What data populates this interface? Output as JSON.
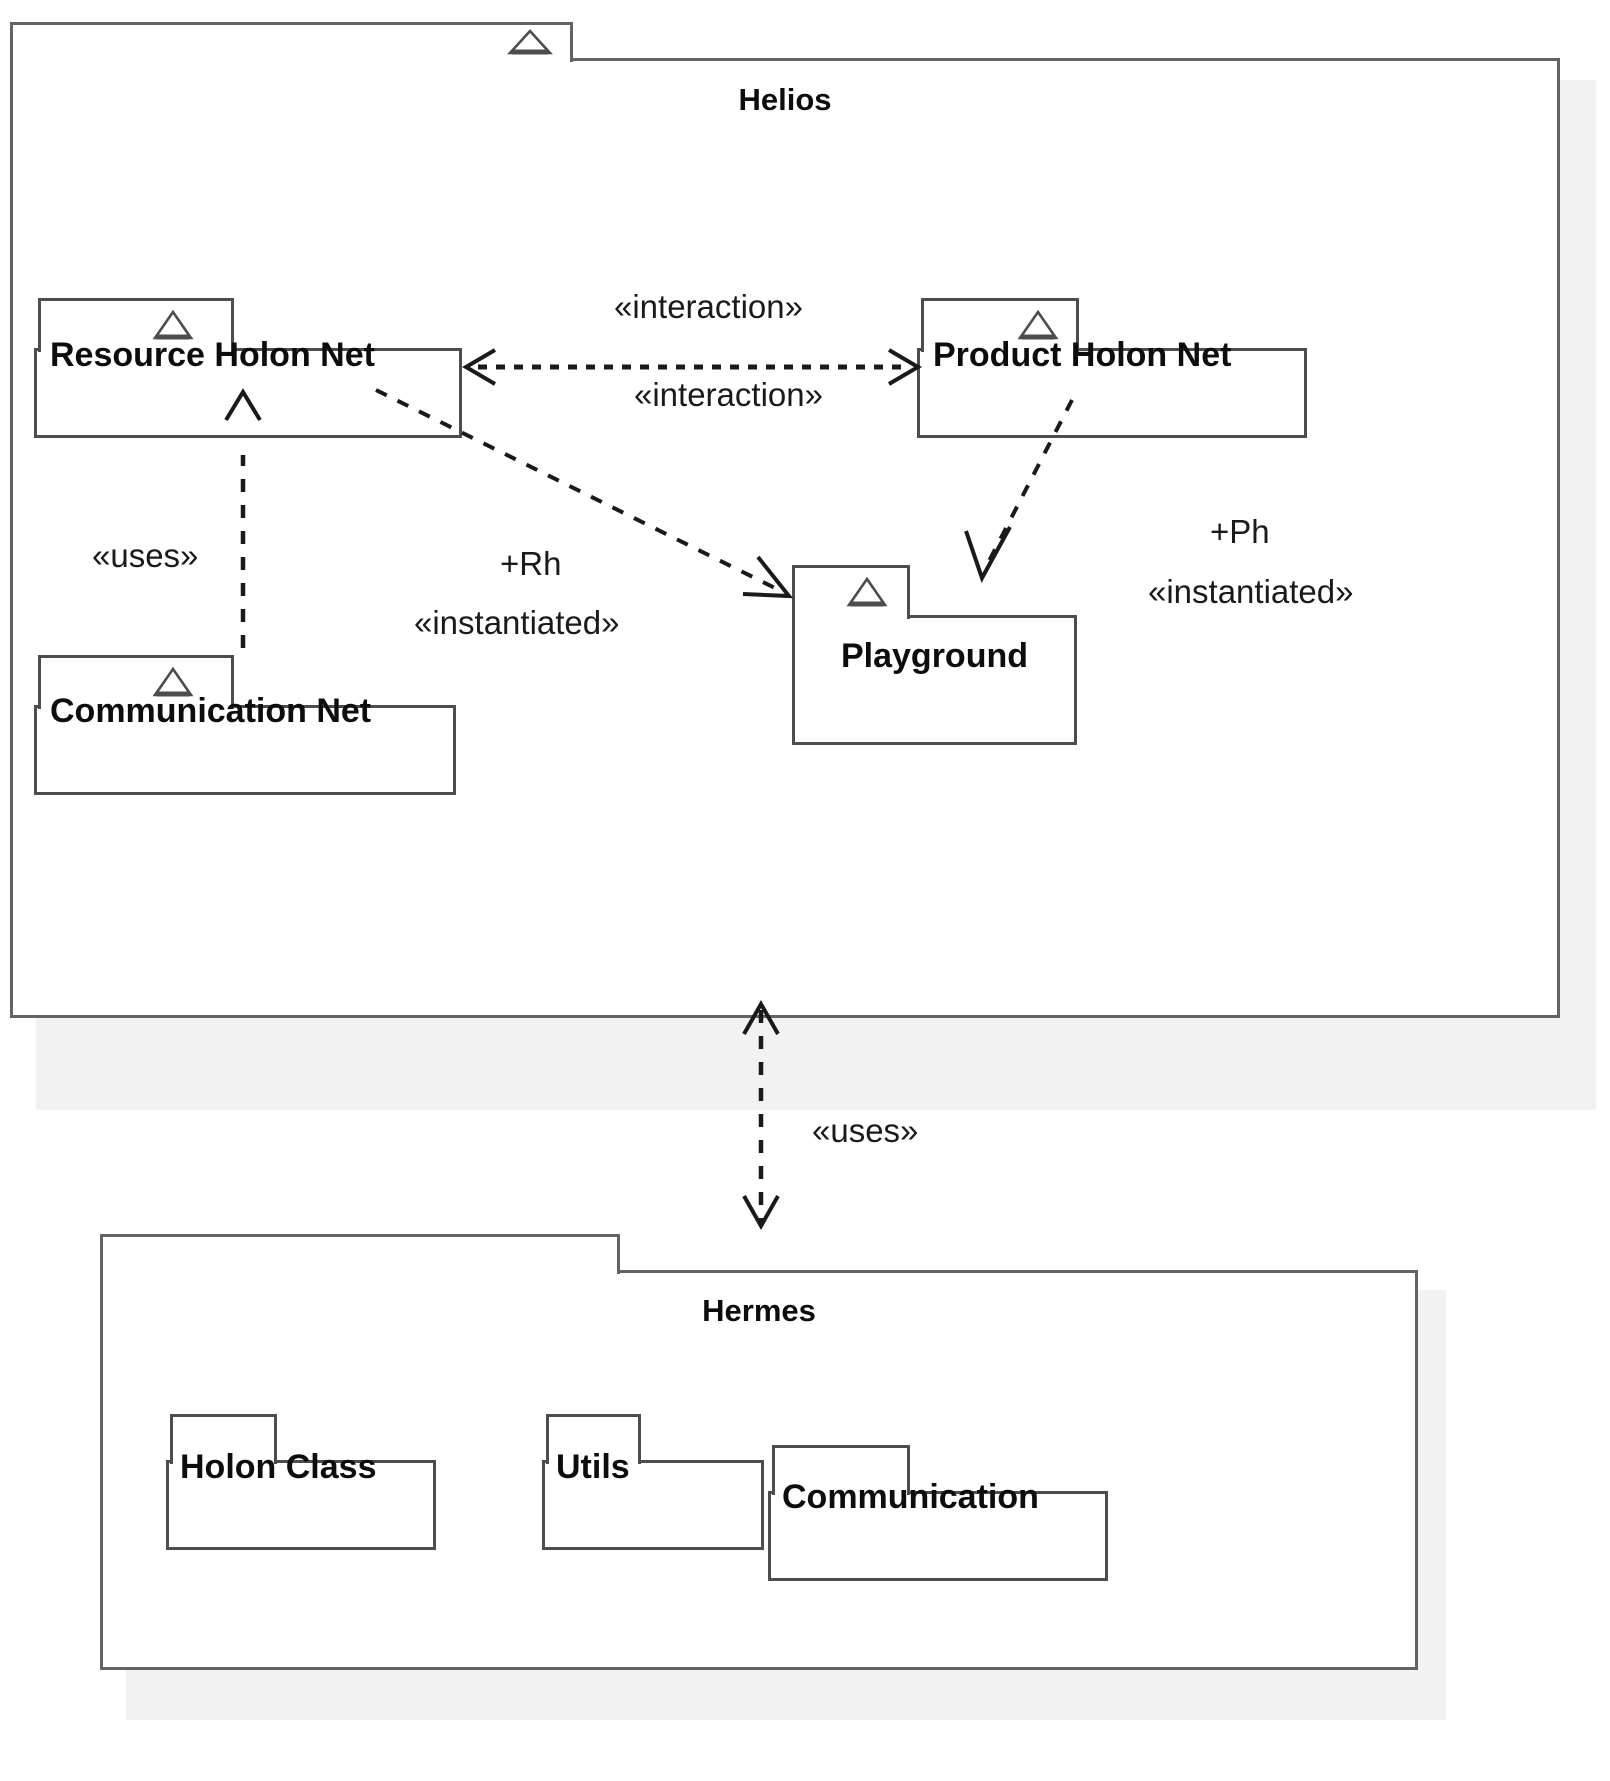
{
  "diagram": {
    "type": "uml-package-diagram",
    "title": "Helios / Hermes package structure",
    "colors": {
      "package_border": "#636363",
      "leaf_border": "#4d4d4d",
      "shadow": "#f2f2f2",
      "text": "#0d0d0d",
      "edge": "#1a1a1a",
      "background": "#ffffff"
    }
  },
  "packages": {
    "helios": {
      "name": "Helios",
      "icon": "triangle-icon",
      "children": {
        "resource_holon_net": {
          "name": "Resource Holon Net",
          "icon": "triangle-icon"
        },
        "product_holon_net": {
          "name": "Product Holon Net",
          "icon": "triangle-icon"
        },
        "communication_net": {
          "name": "Communication Net",
          "icon": "triangle-icon"
        },
        "playground": {
          "name": "Playground",
          "icon": "triangle-icon"
        }
      }
    },
    "hermes": {
      "name": "Hermes",
      "children": {
        "holon_class": {
          "name": "Holon Class"
        },
        "utils": {
          "name": "Utils"
        },
        "communication": {
          "name": "Communication"
        }
      }
    }
  },
  "edges": [
    {
      "id": "rhn-phn-interaction",
      "from": "resource_holon_net",
      "to": "product_holon_net",
      "style": "dashed",
      "arrow": "both-open",
      "labels": [
        "«interaction»",
        "«interaction»"
      ]
    },
    {
      "id": "comnet-rhn-uses",
      "from": "communication_net",
      "to": "resource_holon_net",
      "style": "dashed",
      "arrow": "open",
      "labels": [
        "«uses»"
      ]
    },
    {
      "id": "rhn-playground-instantiated",
      "from": "resource_holon_net",
      "to": "playground",
      "style": "dashed",
      "arrow": "open",
      "labels": [
        "+Rh",
        "«instantiated»"
      ]
    },
    {
      "id": "phn-playground-instantiated",
      "from": "product_holon_net",
      "to": "playground",
      "style": "dashed",
      "arrow": "open",
      "labels": [
        "+Ph",
        "«instantiated»"
      ]
    },
    {
      "id": "hermes-helios-uses",
      "from": "hermes",
      "to": "helios",
      "style": "dashed",
      "arrow": "both-open",
      "labels": [
        "«uses»"
      ]
    }
  ],
  "edge_labels": {
    "interaction_top": "«interaction»",
    "interaction_bottom": "«interaction»",
    "uses_comnet": "«uses»",
    "rh": "+Rh",
    "instantiated_rh": "«instantiated»",
    "ph": "+Ph",
    "instantiated_ph": "«instantiated»",
    "uses_hermes": "«uses»"
  }
}
